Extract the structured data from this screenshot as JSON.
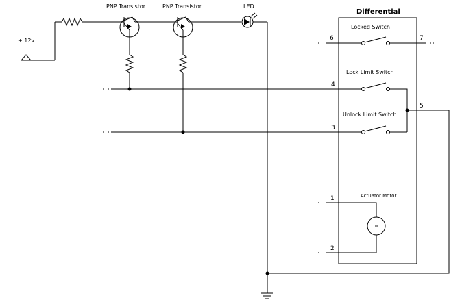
{
  "diagram": {
    "supply_label": "+ 12v",
    "transistor_1_label": "PNP Transistor",
    "transistor_2_label": "PNP Transistor",
    "led_label": "LED",
    "differential_title": "Differential",
    "locked_switch_label": "Locked Switch",
    "lock_limit_switch_label": "Lock Limit Switch",
    "unlock_limit_switch_label": "Unlock Limit Switch",
    "actuator_motor_label": "Actuator Motor",
    "motor_symbol_label": "M",
    "pins": {
      "pin_6": "6",
      "pin_7": "7",
      "pin_4": "4",
      "pin_5": "5",
      "pin_3": "3",
      "pin_1": "1",
      "pin_2": "2"
    }
  }
}
